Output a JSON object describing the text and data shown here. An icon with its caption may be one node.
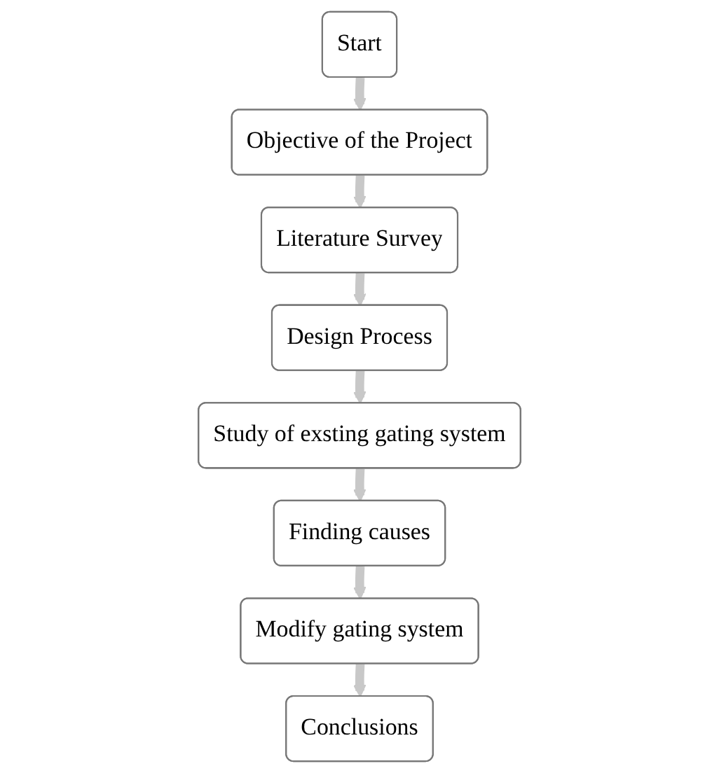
{
  "diagram": {
    "nodes": [
      {
        "text": [
          "Start"
        ]
      },
      {
        "text": [
          "Objective of the Project"
        ]
      },
      {
        "text": [
          "Literature Survey"
        ]
      },
      {
        "text": [
          "Design Process"
        ]
      },
      {
        "text": [
          "Study of exsting gating system"
        ]
      },
      {
        "text": [
          "Finding causes"
        ]
      },
      {
        "text": [
          "Modify gating system"
        ]
      },
      {
        "text": [
          "Conclusions"
        ]
      }
    ],
    "edges": [
      {
        "from": 0,
        "to": 1,
        "arrow": "to"
      },
      {
        "from": 1,
        "to": 2,
        "arrow": "to"
      },
      {
        "from": 2,
        "to": 3,
        "arrow": "to"
      },
      {
        "from": 3,
        "to": 4,
        "arrow": "to"
      },
      {
        "from": 4,
        "to": 5,
        "arrow": "to"
      },
      {
        "from": 5,
        "to": 6,
        "arrow": "to"
      },
      {
        "from": 6,
        "to": 7,
        "arrow": "to"
      }
    ]
  }
}
